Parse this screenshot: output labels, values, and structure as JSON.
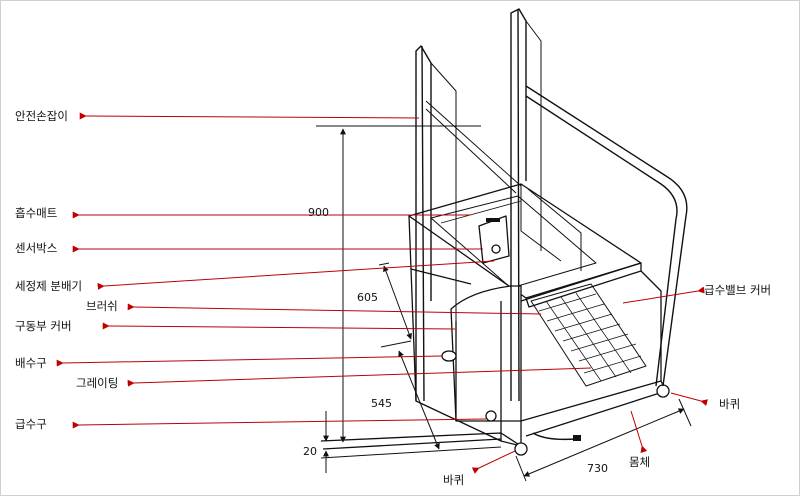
{
  "labels": {
    "safety_handle": "안전손잡이",
    "absorb_mat": "흡수매트",
    "sensor_box": "센서박스",
    "detergent_dispenser": "세정제 분배기",
    "brush": "브러쉬",
    "drive_cover": "구동부 커버",
    "drain": "배수구",
    "grating": "그레이팅",
    "water_inlet": "급수구",
    "water_valve_cover": "급수밸브 커버",
    "wheel_right": "바퀴",
    "wheel_bottom": "바퀴",
    "body": "몸체"
  },
  "dimensions": {
    "height": "900",
    "upper": "605",
    "lower": "545",
    "ground": "20",
    "width": "730"
  },
  "colors": {
    "arrow": "#c00000",
    "line": "#111111"
  }
}
